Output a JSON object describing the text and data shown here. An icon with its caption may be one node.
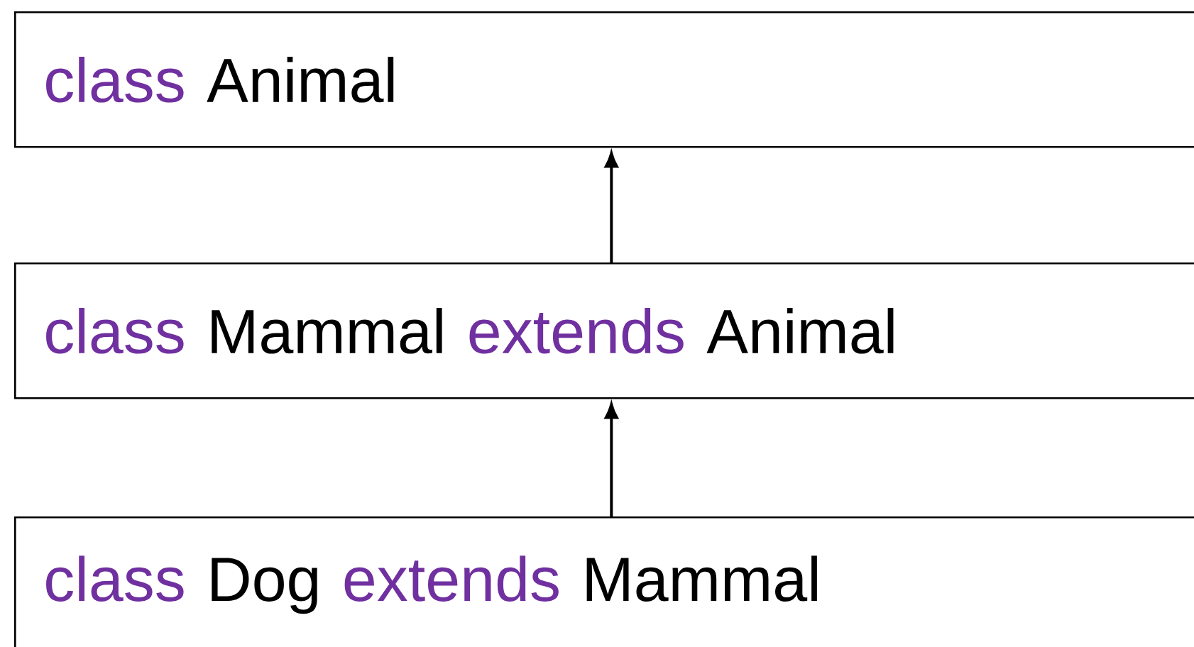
{
  "diagram": {
    "nodes": [
      {
        "text": [
          "class",
          "Animal"
        ]
      },
      {
        "text": [
          "class",
          "Mammal",
          "extends",
          "Animal"
        ]
      },
      {
        "text": [
          "class",
          "Dog",
          "extends",
          "Mammal"
        ]
      }
    ],
    "edges": [
      {
        "from": 1,
        "to": 0,
        "arrow": "to"
      },
      {
        "from": 2,
        "to": 1,
        "arrow": "to"
      }
    ]
  }
}
